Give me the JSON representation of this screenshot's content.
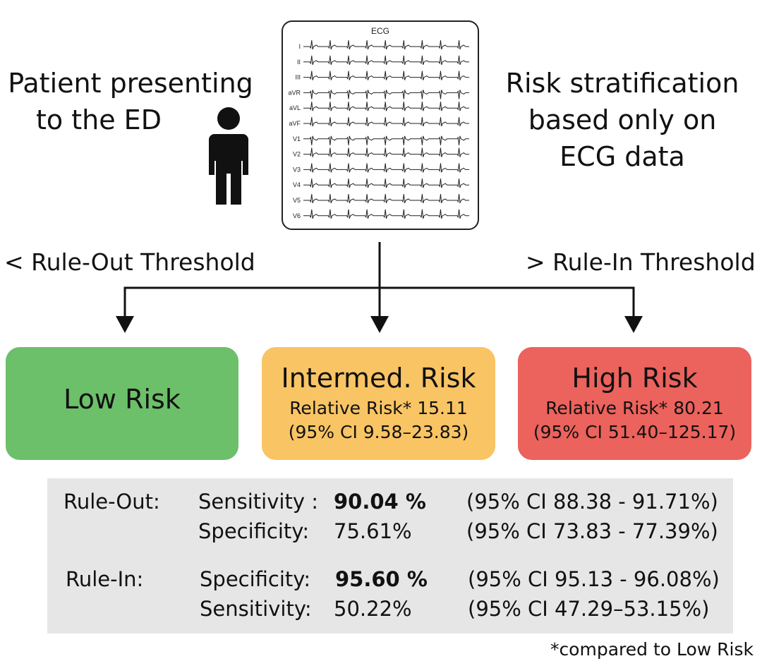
{
  "patient_text": [
    "Patient presenting",
    "to the ED"
  ],
  "right_text": [
    "Risk stratification",
    "based only on",
    "ECG data"
  ],
  "ecg": {
    "title": "ECG",
    "leads": [
      "I",
      "II",
      "III",
      "aVR",
      "aVL",
      "aVF",
      "V1",
      "V2",
      "V3",
      "V4",
      "V5",
      "V6"
    ]
  },
  "thresholds": {
    "rule_out": "< Rule-Out Threshold",
    "rule_in": "> Rule-In Threshold"
  },
  "risk_boxes": {
    "low": {
      "title": "Low Risk",
      "color": "#6cc06a"
    },
    "intermediate": {
      "title": "Intermed. Risk",
      "relative_risk": "Relative Risk* 15.11",
      "ci": "(95% CI 9.58–23.83)",
      "color": "#f9c464"
    },
    "high": {
      "title": "High Risk",
      "relative_risk": "Relative Risk* 80.21",
      "ci": "(95% CI 51.40–125.17)",
      "color": "#ec625c"
    }
  },
  "stats": {
    "rule_out": {
      "label": "Rule-Out:",
      "line1": {
        "metric": "Sensitivity :",
        "value": "90.04 %",
        "ci": "(95% CI 88.38 - 91.71%)"
      },
      "line2": {
        "metric": "Specificity:",
        "value": "75.61%",
        "ci": "(95% CI 73.83 - 77.39%)"
      }
    },
    "rule_in": {
      "label": "Rule-In:",
      "line1": {
        "metric": "Specificity:",
        "value": "95.60 %",
        "ci": "(95% CI 95.13 - 96.08%)"
      },
      "line2": {
        "metric": "Sensitivity:",
        "value": "50.22%",
        "ci": "(95% CI 47.29–53.15%)"
      }
    }
  },
  "footnote": "*compared to Low Risk"
}
